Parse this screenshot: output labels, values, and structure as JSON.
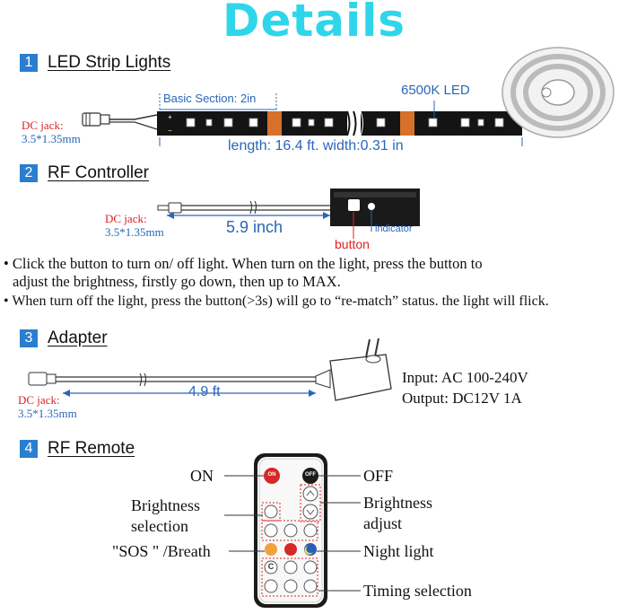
{
  "title": "Details",
  "sections": [
    {
      "num": "1",
      "title": "LED Strip Lights"
    },
    {
      "num": "2",
      "title": "RF Controller"
    },
    {
      "num": "3",
      "title": "Adapter"
    },
    {
      "num": "4",
      "title": "RF Remote"
    }
  ],
  "strip": {
    "dc_jack_label": "DC jack:",
    "dc_jack_size": "3.5*1.35mm",
    "basic_section": "Basic Section: 2in",
    "led_type": "6500K LED",
    "dimensions": "length: 16.4 ft. width:0.31 in"
  },
  "controller": {
    "dc_jack_label": "DC jack:",
    "dc_jack_size": "3.5*1.35mm",
    "cable_length": "5.9 inch",
    "indicator_label": "indicator",
    "button_label": "button"
  },
  "instructions": [
    "Click the button to turn on/ off light.  When turn on the light, press the button to",
    "adjust the brightness, firstly go down, then up to  MAX.",
    "When turn off the light, press the button(>3s) will go to “re-match” status. the light will flick."
  ],
  "adapter": {
    "dc_jack_label": "DC jack:",
    "dc_jack_size": "3.5*1.35mm",
    "cable_length": "4.9 ft",
    "input": "Input: AC 100-240V",
    "output": "Output: DC12V 1A"
  },
  "remote": {
    "on_label": "ON",
    "off_label": "OFF",
    "brightness_selection_1": "Brightness",
    "brightness_selection_2": "selection",
    "brightness_adjust_1": "Brightness",
    "brightness_adjust_2": "adjust",
    "sos_label": "\"SOS \" /Breath",
    "night_light_label": "Night light",
    "timing_label": "Timing selection",
    "btn_on": "ON",
    "btn_off": "OFF",
    "btn_c": "C"
  },
  "colors": {
    "title": "#2fd6ea",
    "section_badge": "#2a7ed0",
    "red_label": "#dd2222",
    "blue_label": "#2a66b8"
  }
}
